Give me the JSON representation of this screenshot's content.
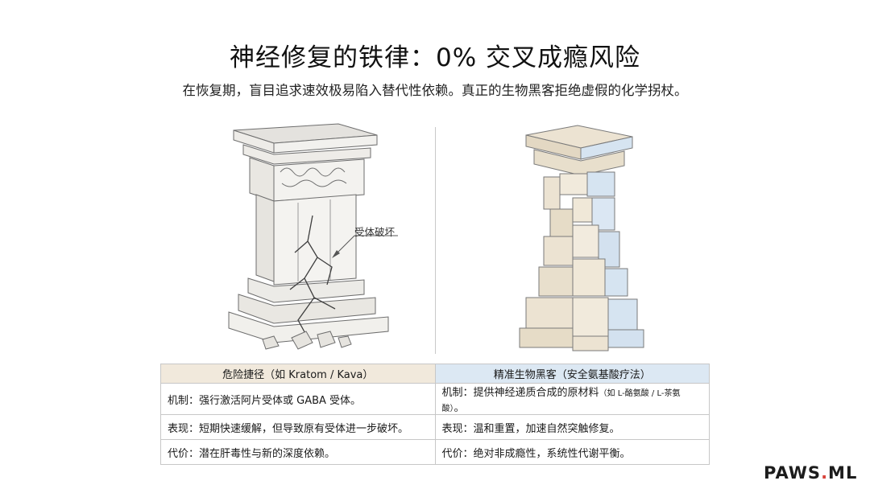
{
  "title": "神经修复的铁律：0% 交叉成瘾风险",
  "subtitle": "在恢复期，盲目追求速效极易陷入替代性依赖。真正的生物黑客拒绝虚假的化学拐杖。",
  "annotation": "受体破坏",
  "table": {
    "headers": [
      "危险捷径（如 Kratom / Kava）",
      "精准生物黑客（安全氨基酸疗法）"
    ],
    "rows": [
      {
        "left": "机制：强行激活阿片受体或 GABA 受体。",
        "right": "机制：提供神经递质合成的原材料",
        "right_small": "（如 L-酪氨酸 / L-茶氨酸）",
        "right_end": "。"
      },
      {
        "left": "表现：短期快速缓解，但导致原有受体进一步破坏。",
        "right": "表现：温和重置，加速自然突触修复。"
      },
      {
        "left": "代价：潜在肝毒性与新的深度依赖。",
        "right": "代价：绝对非成瘾性，系统性代谢平衡。"
      }
    ]
  },
  "brand": {
    "name": "PAWS",
    "dot": ".",
    "suffix": "ML"
  },
  "colors": {
    "left_header": "#f1e9dc",
    "right_header": "#dce8f3",
    "brand_dot": "#d8423a",
    "stone": "#e9e5dd",
    "block_cream": "#ece3d2",
    "block_blue": "#d6e4f1"
  }
}
